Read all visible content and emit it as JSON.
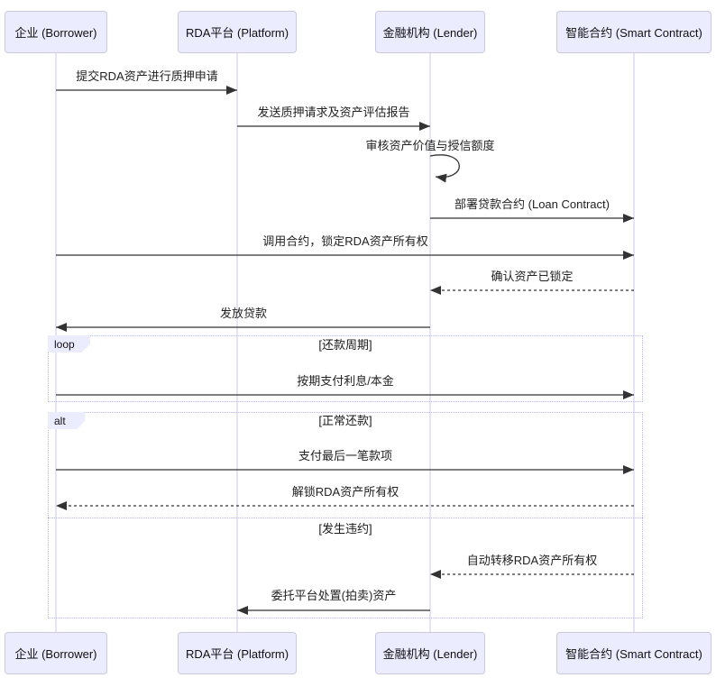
{
  "diagram": {
    "type": "sequence-diagram",
    "actors": [
      {
        "id": "borrower",
        "label": "企业 (Borrower)"
      },
      {
        "id": "platform",
        "label": "RDA平台 (Platform)"
      },
      {
        "id": "lender",
        "label": "金融机构 (Lender)"
      },
      {
        "id": "contract",
        "label": "智能合约 (Smart Contract)"
      }
    ],
    "messages": [
      {
        "from": "borrower",
        "to": "platform",
        "line": "solid",
        "text": "提交RDA资产进行质押申请"
      },
      {
        "from": "platform",
        "to": "lender",
        "line": "solid",
        "text": "发送质押请求及资产评估报告"
      },
      {
        "from": "lender",
        "to": "lender",
        "line": "self",
        "text": "审核资产价值与授信额度"
      },
      {
        "from": "lender",
        "to": "contract",
        "line": "solid",
        "text": "部署贷款合约 (Loan Contract)"
      },
      {
        "from": "borrower",
        "to": "contract",
        "line": "solid",
        "text": "调用合约，锁定RDA资产所有权"
      },
      {
        "from": "contract",
        "to": "lender",
        "line": "dashed",
        "text": "确认资产已锁定"
      },
      {
        "from": "lender",
        "to": "borrower",
        "line": "solid",
        "text": "发放贷款"
      },
      {
        "from": "borrower",
        "to": "contract",
        "line": "solid",
        "text": "按期支付利息/本金",
        "fragment": "loop"
      },
      {
        "from": "borrower",
        "to": "contract",
        "line": "solid",
        "text": "支付最后一笔款项",
        "fragment": "alt-normal"
      },
      {
        "from": "contract",
        "to": "borrower",
        "line": "dashed",
        "text": "解锁RDA资产所有权",
        "fragment": "alt-normal"
      },
      {
        "from": "contract",
        "to": "lender",
        "line": "dashed",
        "text": "自动转移RDA资产所有权",
        "fragment": "alt-default"
      },
      {
        "from": "lender",
        "to": "platform",
        "line": "solid",
        "text": "委托平台处置(拍卖)资产",
        "fragment": "alt-default"
      }
    ],
    "fragments": [
      {
        "type": "loop",
        "label": "loop",
        "condition": "[还款周期]"
      },
      {
        "type": "alt",
        "label": "alt",
        "conditions": [
          "[正常还款]",
          "[发生违约]"
        ]
      }
    ],
    "colors": {
      "actor_fill": "#ECECFF",
      "actor_border": "#c9c9de",
      "frame_border": "#b9b9e8",
      "lifeline": "#c9c9ec",
      "message_line": "#333333"
    }
  }
}
